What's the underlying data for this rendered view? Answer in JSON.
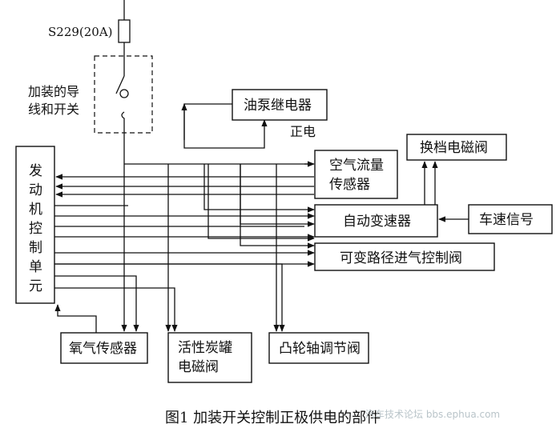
{
  "fuse_label": "S229(20A)",
  "switch_label": [
    "加装的导",
    "线和开关"
  ],
  "boxes": {
    "ecu": [
      "发",
      "动",
      "机",
      "控",
      "制",
      "单",
      "元"
    ],
    "fuel_pump_relay": "油泵继电器",
    "maf": [
      "空气流量",
      "传感器"
    ],
    "shift_solenoid": "换档电磁阀",
    "transmission": "自动变速器",
    "speed_signal": "车速信号",
    "intake_valve": "可变路径进气控制阀",
    "o2_sensor": "氧气传感器",
    "canister": [
      "活性炭罐",
      "电磁阀"
    ],
    "camshaft": "凸轮轴调节阀"
  },
  "positive_label": "正电",
  "caption": "图1  加装开关控制正极供电的部件",
  "watermark": "汽车技术论坛 bbs.ephua.com"
}
